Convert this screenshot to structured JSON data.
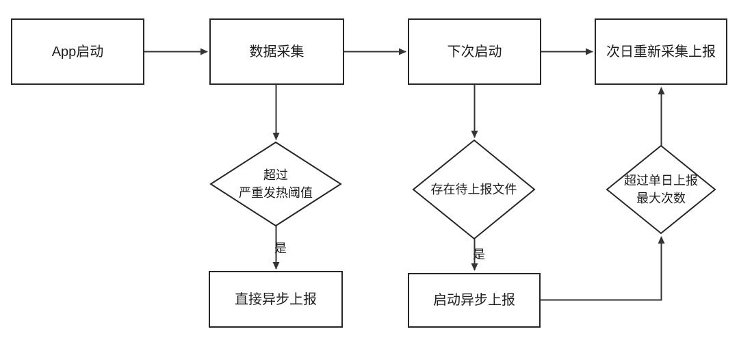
{
  "diagram": {
    "type": "flowchart",
    "colors": {
      "background": "#ffffff",
      "line": "#333333",
      "node_border": "#262626",
      "node_fill": "#ffffff",
      "text": "#1d1d1d"
    },
    "nodes": {
      "app_start": {
        "shape": "rectangle",
        "label": "App启动"
      },
      "data_collect": {
        "shape": "rectangle",
        "label": "数据采集"
      },
      "next_launch": {
        "shape": "rectangle",
        "label": "下次启动"
      },
      "next_day_recollect_report": {
        "shape": "rectangle",
        "label": "次日重新采集上报"
      },
      "severe_overheat_check": {
        "shape": "diamond",
        "label": "超过\n严重发热阈值"
      },
      "direct_async_report": {
        "shape": "rectangle",
        "label": "直接异步上报"
      },
      "pending_report_file_check": {
        "shape": "diamond",
        "label": "存在待上报文件"
      },
      "start_async_report": {
        "shape": "rectangle",
        "label": "启动异步上报"
      },
      "daily_report_limit_check": {
        "shape": "diamond",
        "label": "超过单日上报\n最大次数"
      }
    },
    "edges": [
      {
        "from": "app_start",
        "to": "data_collect",
        "label": ""
      },
      {
        "from": "data_collect",
        "to": "next_launch",
        "label": ""
      },
      {
        "from": "next_launch",
        "to": "next_day_recollect_report",
        "label": ""
      },
      {
        "from": "data_collect",
        "to": "severe_overheat_check",
        "label": ""
      },
      {
        "from": "severe_overheat_check",
        "to": "direct_async_report",
        "label": "是"
      },
      {
        "from": "next_launch",
        "to": "pending_report_file_check",
        "label": ""
      },
      {
        "from": "pending_report_file_check",
        "to": "start_async_report",
        "label": "是"
      },
      {
        "from": "start_async_report",
        "to": "daily_report_limit_check",
        "label": ""
      },
      {
        "from": "daily_report_limit_check",
        "to": "next_day_recollect_report",
        "label": ""
      }
    ]
  }
}
